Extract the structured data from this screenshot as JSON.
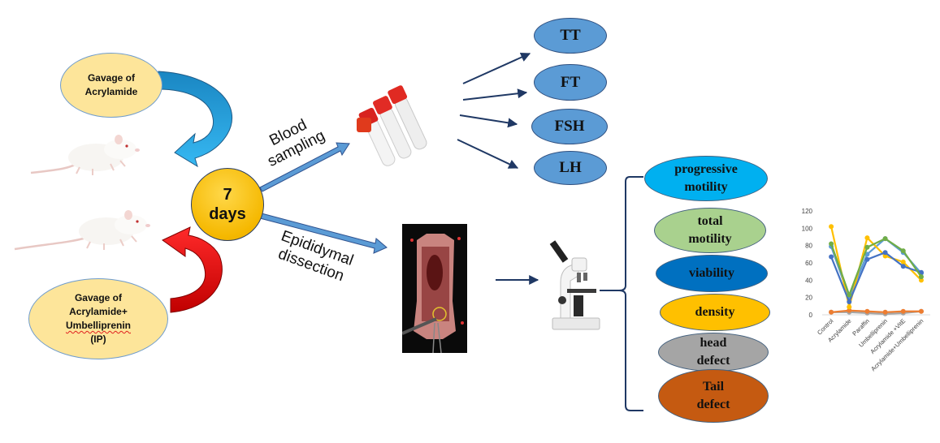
{
  "treatments": {
    "acrylamide": {
      "line1": "Gavage of",
      "line2": "Acrylamide"
    },
    "combo": {
      "line1": "Gavage of",
      "line2": "Acrylamide+",
      "line3": "Umbelliprenin",
      "line4": "(IP)"
    }
  },
  "duration": {
    "number": "7",
    "unit": "days"
  },
  "paths": {
    "blood": {
      "line1": "Blood",
      "line2": "sampling"
    },
    "dissection": {
      "line1": "Epididymal",
      "line2": "dissection"
    }
  },
  "hormones": [
    "TT",
    "FT",
    "FSH",
    "LH"
  ],
  "sperm_parameters": [
    {
      "line1": "progressive",
      "line2": "motility",
      "color": "#00b0f0"
    },
    {
      "line1": "total",
      "line2": "motility",
      "color": "#a9d18e"
    },
    {
      "line1": "viability",
      "line2": "",
      "color": "#0070c0"
    },
    {
      "line1": "density",
      "line2": "",
      "color": "#ffc000"
    },
    {
      "line1": "head",
      "line2": "defect",
      "color": "#a5a5a5"
    },
    {
      "line1": "Tail",
      "line2": "defect",
      "color": "#c55a11"
    }
  ],
  "colors": {
    "blue_arrow": "#1fb0ef",
    "red_arrow": "#e81c1c",
    "hormone_fill": "#5b9bd5",
    "connector": "#1f3864"
  },
  "chart_data": {
    "type": "line",
    "title": "",
    "xlabel": "",
    "ylabel": "",
    "categories": [
      "Control",
      "Acrylamide",
      "Paraffin",
      "Umbelliprenin",
      "Acrylamide +VitE",
      "Acrylamide+Umbelliprenin"
    ],
    "ylim": [
      0,
      120
    ],
    "yticks": [
      "0",
      "20",
      "40",
      "60",
      "80",
      "100",
      "120"
    ],
    "grid": false,
    "legend": "none",
    "series": [
      {
        "name": "progressive motility",
        "color": "#5b9bd5",
        "values": [
          79,
          20,
          70,
          88,
          72,
          48
        ]
      },
      {
        "name": "total motility",
        "color": "#70ad47",
        "values": [
          82,
          23,
          78,
          88,
          74,
          44
        ]
      },
      {
        "name": "viability",
        "color": "#4472c4",
        "values": [
          67,
          15,
          64,
          72,
          56,
          49
        ]
      },
      {
        "name": "density",
        "color": "#ffc000",
        "values": [
          102,
          9,
          89,
          68,
          61,
          40
        ]
      },
      {
        "name": "head defect",
        "color": "#a5a5a5",
        "values": [
          3,
          3,
          2,
          1,
          2,
          4
        ]
      },
      {
        "name": "Tail defect",
        "color": "#ed7d31",
        "values": [
          3,
          5,
          4,
          3,
          4,
          4
        ]
      }
    ]
  }
}
